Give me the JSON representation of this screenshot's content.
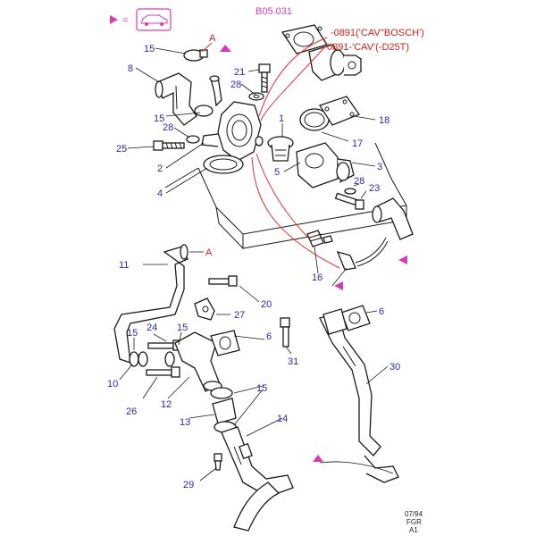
{
  "legend": {
    "marker_color": "#d43cb4",
    "equals": "=",
    "icon": "car-silhouette-icon"
  },
  "ref_code": "B05.031",
  "notes": [
    "-0891('CAV''BOSCH')",
    "0891-'CAV'(-D25T)"
  ],
  "callout_a": "A",
  "footer": [
    "07/94",
    "FGR",
    "A1"
  ],
  "labels": {
    "p1": "1",
    "p2": "2",
    "p3": "3",
    "p4": "4",
    "p5": "5",
    "p6a": "6",
    "p6b": "6",
    "p8": "8",
    "p10": "10",
    "p11": "11",
    "p12": "12",
    "p13": "13",
    "p14": "14",
    "p15a": "15",
    "p15b": "15",
    "p15c": "15",
    "p15d": "15",
    "p15e": "15",
    "p16": "16",
    "p17": "17",
    "p18": "18",
    "p20": "20",
    "p21": "21",
    "p23": "23",
    "p24": "24",
    "p25": "25",
    "p26": "26",
    "p27": "27",
    "p28a": "28",
    "p28b": "28",
    "p28c": "28",
    "p29": "29",
    "p30": "30",
    "p31": "31"
  },
  "colors": {
    "label": "#2a2aa8",
    "note": "#d42020",
    "marker": "#d43cb4",
    "line": "#1a1a1a"
  }
}
